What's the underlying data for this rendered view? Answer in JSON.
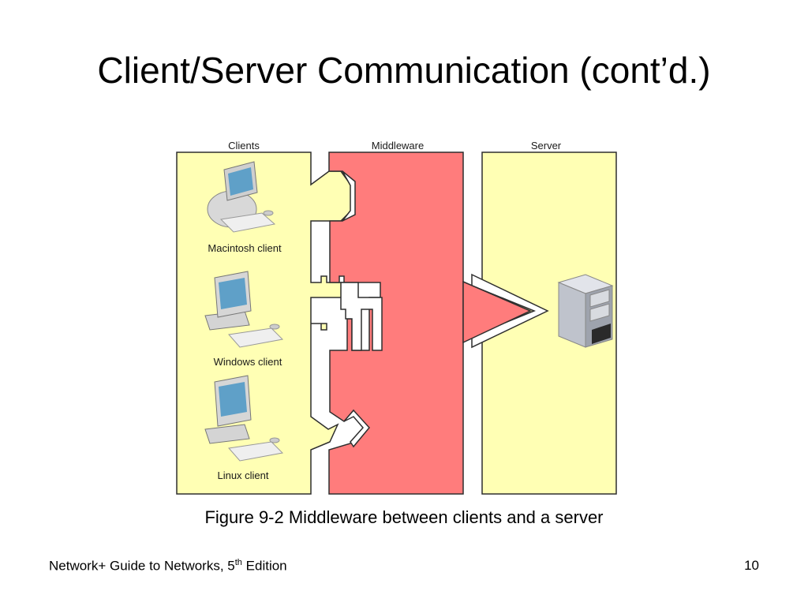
{
  "slide": {
    "title": "Client/Server Communication (cont’d.)",
    "caption": "Figure 9-2 Middleware between clients and a server",
    "footer": {
      "book_title_prefix": "Network+ Guide to Networks, 5",
      "book_title_sup": "th",
      "book_title_suffix": " Edition",
      "page_number": "10"
    }
  },
  "diagram": {
    "columns": {
      "clients": "Clients",
      "middleware": "Middleware",
      "server": "Server"
    },
    "clients": [
      {
        "label": "Macintosh client",
        "icon": "imac-icon"
      },
      {
        "label": "Windows client",
        "icon": "desktop-pc-icon"
      },
      {
        "label": "Linux client",
        "icon": "desktop-pc-icon"
      }
    ],
    "server_icon": "server-tower-icon",
    "colors": {
      "panel_fill": "#ffffb4",
      "middleware_fill": "#ff7c7c",
      "outline": "#2e2e2e"
    }
  }
}
